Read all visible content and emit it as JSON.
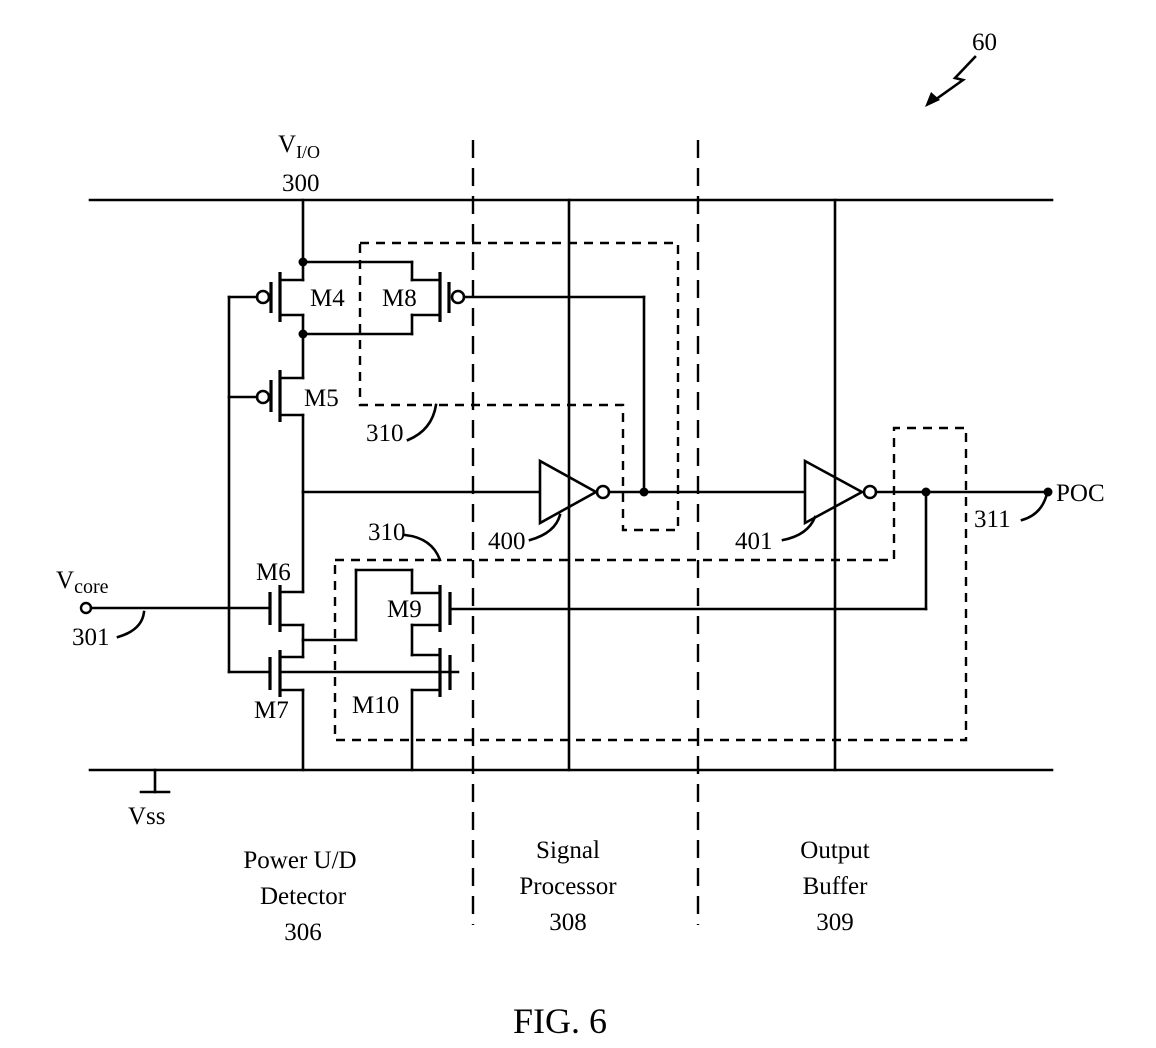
{
  "figure_ref": "60",
  "caption": "FIG. 6",
  "rails": {
    "vio_label": "V",
    "vio_sub": "I/O",
    "vio_ref": "300",
    "vss_label": "Vss"
  },
  "input": {
    "vcore_label": "V",
    "vcore_sub": "core",
    "vcore_ref": "301"
  },
  "output": {
    "poc_label": "POC",
    "poc_ref": "311"
  },
  "transistors": [
    "M4",
    "M5",
    "M6",
    "M7",
    "M8",
    "M9",
    "M10"
  ],
  "inverters": [
    "400",
    "401"
  ],
  "groups": {
    "upper_ref": "310",
    "lower_ref": "310"
  },
  "sections": {
    "detector": [
      "Power U/D",
      "Detector",
      "306"
    ],
    "processor": [
      "Signal",
      "Processor",
      "308"
    ],
    "buffer": [
      "Output",
      "Buffer",
      "309"
    ]
  }
}
